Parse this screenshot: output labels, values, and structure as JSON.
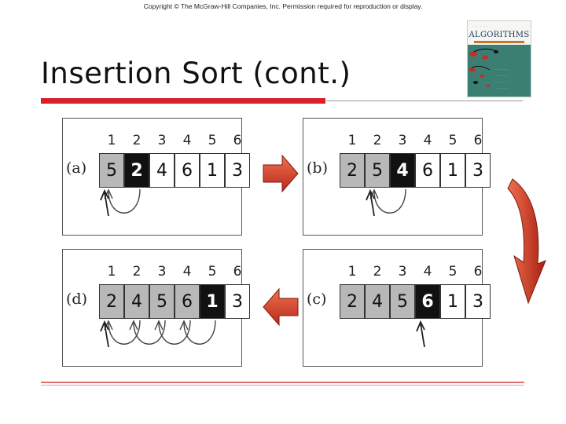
{
  "slide": {
    "copyright": "Copyright © The McGraw-Hill Companies, Inc. Permission required for reproduction or display.",
    "title": "Insertion Sort (cont.)",
    "book_title": "ALGORITHMS"
  },
  "colors": {
    "accent_red": "#d8202a",
    "arrow_red": "#d9402a",
    "sorted_gray": "#b8b8b8",
    "key_black": "#111111"
  },
  "panels": [
    {
      "id": "a",
      "label": "(a)",
      "indices": [
        "1",
        "2",
        "3",
        "4",
        "5",
        "6"
      ],
      "cells": [
        {
          "v": "5",
          "state": "sorted"
        },
        {
          "v": "2",
          "state": "key"
        },
        {
          "v": "4",
          "state": "plain"
        },
        {
          "v": "6",
          "state": "plain"
        },
        {
          "v": "1",
          "state": "plain"
        },
        {
          "v": "3",
          "state": "plain"
        }
      ],
      "arcs": [
        [
          1,
          0
        ]
      ],
      "down_arrow": 0
    },
    {
      "id": "b",
      "label": "(b)",
      "indices": [
        "1",
        "2",
        "3",
        "4",
        "5",
        "6"
      ],
      "cells": [
        {
          "v": "2",
          "state": "sorted"
        },
        {
          "v": "5",
          "state": "sorted"
        },
        {
          "v": "4",
          "state": "key"
        },
        {
          "v": "6",
          "state": "plain"
        },
        {
          "v": "1",
          "state": "plain"
        },
        {
          "v": "3",
          "state": "plain"
        }
      ],
      "arcs": [
        [
          2,
          1
        ]
      ],
      "down_arrow": 1
    },
    {
      "id": "c",
      "label": "(c)",
      "indices": [
        "1",
        "2",
        "3",
        "4",
        "5",
        "6"
      ],
      "cells": [
        {
          "v": "2",
          "state": "sorted"
        },
        {
          "v": "4",
          "state": "sorted"
        },
        {
          "v": "5",
          "state": "sorted"
        },
        {
          "v": "6",
          "state": "key"
        },
        {
          "v": "1",
          "state": "plain"
        },
        {
          "v": "3",
          "state": "plain"
        }
      ],
      "arcs": [],
      "down_arrow": 3
    },
    {
      "id": "d",
      "label": "(d)",
      "indices": [
        "1",
        "2",
        "3",
        "4",
        "5",
        "6"
      ],
      "cells": [
        {
          "v": "2",
          "state": "sorted"
        },
        {
          "v": "4",
          "state": "sorted"
        },
        {
          "v": "5",
          "state": "sorted"
        },
        {
          "v": "6",
          "state": "sorted"
        },
        {
          "v": "1",
          "state": "key"
        },
        {
          "v": "3",
          "state": "plain"
        }
      ],
      "arcs": [
        [
          1,
          0
        ],
        [
          2,
          1
        ],
        [
          3,
          2
        ],
        [
          4,
          3
        ]
      ],
      "down_arrow": 0
    }
  ]
}
